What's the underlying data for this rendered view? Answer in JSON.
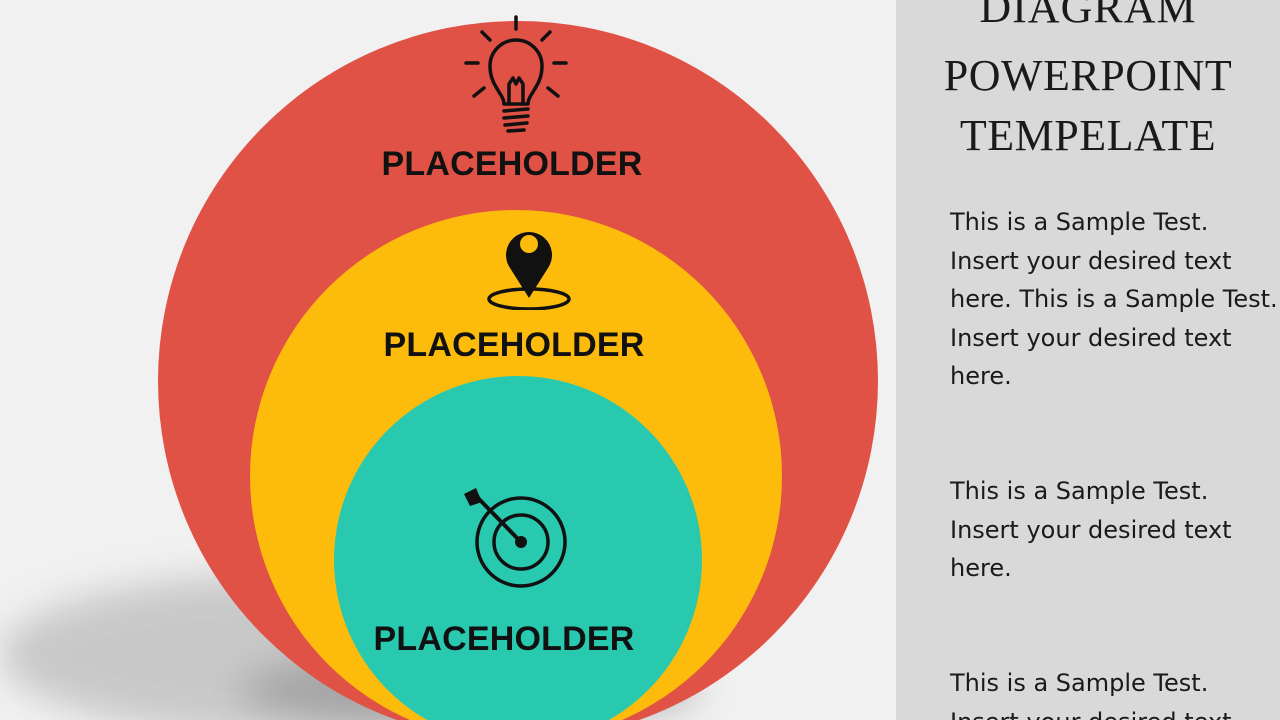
{
  "colors": {
    "background": "#f1f1f1",
    "outer_circle": "#e05246",
    "middle_circle": "#fdbb0c",
    "inner_circle": "#29c9b0",
    "side_panel": "#d9d9d9",
    "text": "#111111"
  },
  "diagram": {
    "circles": [
      {
        "label": "PLACEHOLDER",
        "icon": "lightbulb-icon"
      },
      {
        "label": "PLACEHOLDER",
        "icon": "location-pin-icon"
      },
      {
        "label": "PLACEHOLDER",
        "icon": "target-icon"
      }
    ]
  },
  "side": {
    "title_lines": [
      "DIAGRAM",
      "POWERPOINT",
      "TEMPELATE"
    ],
    "paragraphs": [
      "This is a Sample Test. Insert your desired text here. This is a Sample Test. Insert your desired text here.",
      "This is a Sample Test. Insert your desired text here.",
      "This is a Sample Test. Insert your desired text"
    ]
  }
}
